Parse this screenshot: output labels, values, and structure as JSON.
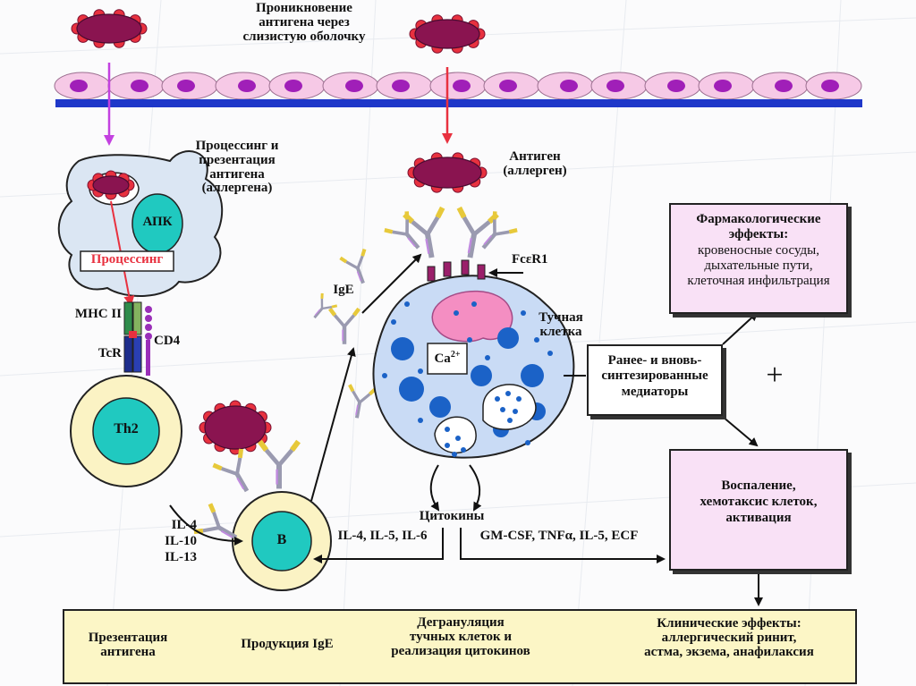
{
  "top_label": [
    "Проникновение",
    "антигена через",
    "слизистую оболочку"
  ],
  "processing_label": [
    "Процессинг и",
    "презентация",
    "антигена",
    "(аллергена)"
  ],
  "apk_label": "АПК",
  "processing_box": "Процессинг",
  "mhc_label": "MHC II",
  "tcr_label": "TcR",
  "cd4_label": "CD4",
  "th2_label": "Th2",
  "il_left": [
    "IL-4",
    "IL-10",
    "IL-13"
  ],
  "b_label": "B",
  "ige_label": "IgE",
  "antigen_label": [
    "Антиген",
    "(аллерген)"
  ],
  "fcer1_label": "FcεR1",
  "mast_label": [
    "Тучная",
    "клетка"
  ],
  "ca_label": "Ca",
  "ca_sup": "2+",
  "cytokines_label": "Цитокины",
  "il_mid": "IL-4, IL-5, IL-6",
  "gm_label": "GM-CSF, TNFα, IL-5, ECF",
  "pharm_box": {
    "title": [
      "Фармакологические",
      "эффекты:"
    ],
    "lines": [
      "кровеносные сосуды,",
      "дыхательные пути,",
      "клеточная инфильтрация"
    ]
  },
  "mediators_box": [
    "Ранее- и вновь-",
    "синтезированные",
    "медиаторы"
  ],
  "plus": "+",
  "inflammation_box": [
    "Воспаление,",
    "хемотаксис клеток,",
    "активация"
  ],
  "bottom": {
    "s1": [
      "Презентация",
      "антигена"
    ],
    "s2": "Продукция IgE",
    "s3": [
      "Дегрануляция",
      "тучных клеток и",
      "реализация цитокинов"
    ],
    "s4": [
      "Клинические эффекты:",
      "аллергический ринит,",
      "астма, экзема, анафилаксия"
    ]
  },
  "colors": {
    "epithelium": "#f6c9e6",
    "nucleus": "#a01fb8",
    "membrane": "#1e37c9",
    "antigen": "#8a1450",
    "apk": "#dbe6f3",
    "apk_nucleus": "#20c9c0",
    "mast": "#c9dbf5",
    "granule": "#1b62c7",
    "th2_ring": "#fbf3c4",
    "b_ring": "#fbf3c4",
    "th2_core": "#20c9c0",
    "arrow_red": "#e8313f",
    "arrow_violet": "#c341e0"
  }
}
